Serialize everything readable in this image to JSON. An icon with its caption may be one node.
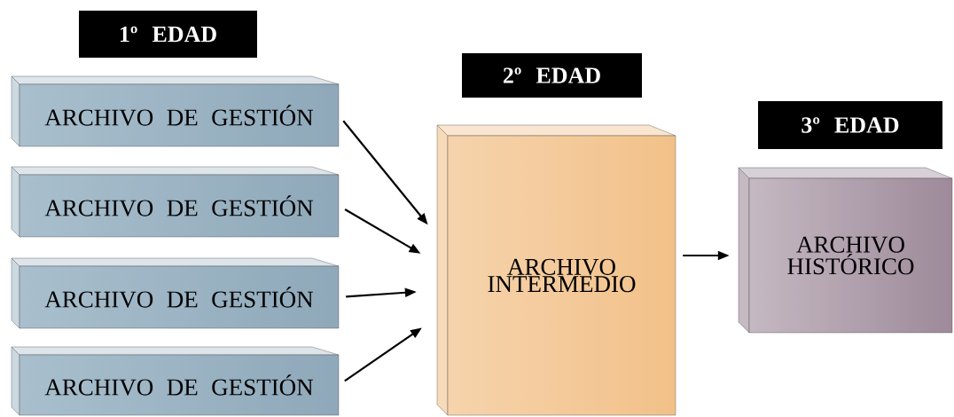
{
  "diagram": {
    "nodes": [
      {
        "text": [
          "1º EDAD"
        ]
      },
      {
        "text": [
          "ARCHIVO DE GESTIÓN"
        ]
      },
      {
        "text": [
          "ARCHIVO DE GESTIÓN"
        ]
      },
      {
        "text": [
          "ARCHIVO DE GESTIÓN"
        ]
      },
      {
        "text": [
          "ARCHIVO DE GESTIÓN"
        ]
      },
      {
        "text": [
          "2º EDAD"
        ]
      },
      {
        "text": [
          "ARCHIVO INTERMEDIO"
        ]
      },
      {
        "text": [
          "3º EDAD"
        ]
      },
      {
        "text": [
          "ARCHIVO HISTÓRICO"
        ]
      }
    ],
    "edges": [
      {
        "from": 1,
        "to": 6,
        "arrow": "to"
      },
      {
        "from": 2,
        "to": 6,
        "arrow": "to"
      },
      {
        "from": 3,
        "to": 6,
        "arrow": "to"
      },
      {
        "from": 4,
        "to": 6,
        "arrow": "to"
      },
      {
        "from": 6,
        "to": 8,
        "arrow": "to"
      }
    ]
  }
}
